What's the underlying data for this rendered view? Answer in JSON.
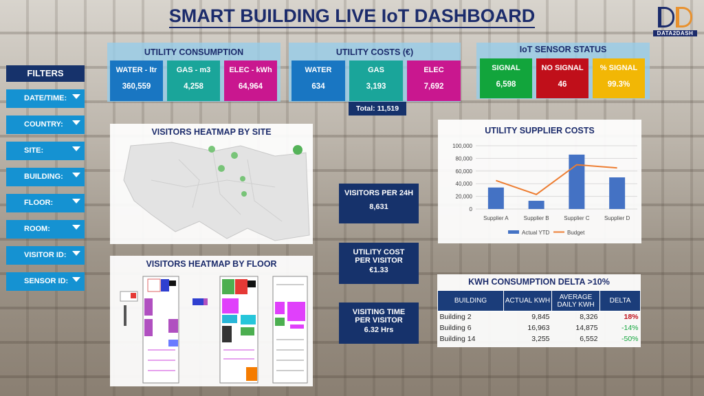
{
  "header": {
    "title": "SMART BUILDING LIVE IoT DASHBOARD",
    "logo_text": "DATA2DASH"
  },
  "filters": {
    "title": "FILTERS",
    "items": [
      "DATE/TIME:",
      "COUNTRY:",
      "SITE:",
      "BUILDING:",
      "FLOOR:",
      "ROOM:",
      "VISITOR ID:",
      "SENSOR ID:"
    ]
  },
  "consumption": {
    "title": "UTILITY CONSUMPTION",
    "tiles": [
      {
        "label": "WATER - ltr",
        "value": "360,559",
        "color": "#1976c2"
      },
      {
        "label": "GAS - m3",
        "value": "4,258",
        "color": "#1aa59a"
      },
      {
        "label": "ELEC - kWh",
        "value": "64,964",
        "color": "#c9178f"
      }
    ]
  },
  "costs": {
    "title": "UTILITY COSTS (€)",
    "tiles": [
      {
        "label": "WATER",
        "value": "634",
        "color": "#1976c2"
      },
      {
        "label": "GAS",
        "value": "3,193",
        "color": "#1aa59a"
      },
      {
        "label": "ELEC",
        "value": "7,692",
        "color": "#c9178f"
      }
    ],
    "total": "Total: 11,519"
  },
  "sensors": {
    "title": "IoT SENSOR STATUS",
    "tiles": [
      {
        "label": "SIGNAL",
        "value": "6,598",
        "color": "#12a53c"
      },
      {
        "label": "NO SIGNAL",
        "value": "46",
        "color": "#c00f1a"
      },
      {
        "label": "% SIGNAL",
        "value": "99.3%",
        "color": "#f2b705"
      }
    ]
  },
  "heatmap_site": {
    "title": "VISITORS HEATMAP BY SITE"
  },
  "heatmap_floor": {
    "title": "VISITORS HEATMAP BY FLOOR"
  },
  "kpis": [
    {
      "line1": "VISITORS PER 24H",
      "line2": "",
      "value": "8,631"
    },
    {
      "line1": "UTILITY COST",
      "line2": "PER VISITOR",
      "value": "€1.33"
    },
    {
      "line1": "VISITING TIME",
      "line2": "PER VISITOR",
      "value": "6.32 Hrs"
    }
  ],
  "chart_data": {
    "type": "bar",
    "title": "UTILITY SUPPLIER COSTS",
    "categories": [
      "Supplier A",
      "Supplier B",
      "Supplier C",
      "Supplier D"
    ],
    "series": [
      {
        "name": "Actual YTD",
        "type": "bar",
        "values": [
          34000,
          13000,
          86000,
          50000
        ],
        "color": "#4472c4"
      },
      {
        "name": "Budget",
        "type": "line",
        "values": [
          45000,
          23000,
          70000,
          65000
        ],
        "color": "#ed7d31"
      }
    ],
    "ylim": [
      0,
      100000
    ],
    "yticks": [
      "0",
      "20,000",
      "40,000",
      "60,000",
      "80,000",
      "100,000"
    ],
    "grid": true,
    "legend": "bottom"
  },
  "delta": {
    "title": "KWH CONSUMPTION DELTA >10%",
    "headers": [
      "BUILDING",
      "ACTUAL KWH",
      "AVERAGE DAILY KWH",
      "DELTA"
    ],
    "rows": [
      {
        "building": "Building 2",
        "actual": "9,845",
        "average": "8,326",
        "delta": "18%",
        "color": "#c00f1a"
      },
      {
        "building": "Building 6",
        "actual": "16,963",
        "average": "14,875",
        "delta": "-14%",
        "color": "#12a53c"
      },
      {
        "building": "Building 14",
        "actual": "3,255",
        "average": "6,552",
        "delta": "-50%",
        "color": "#12a53c"
      }
    ]
  }
}
